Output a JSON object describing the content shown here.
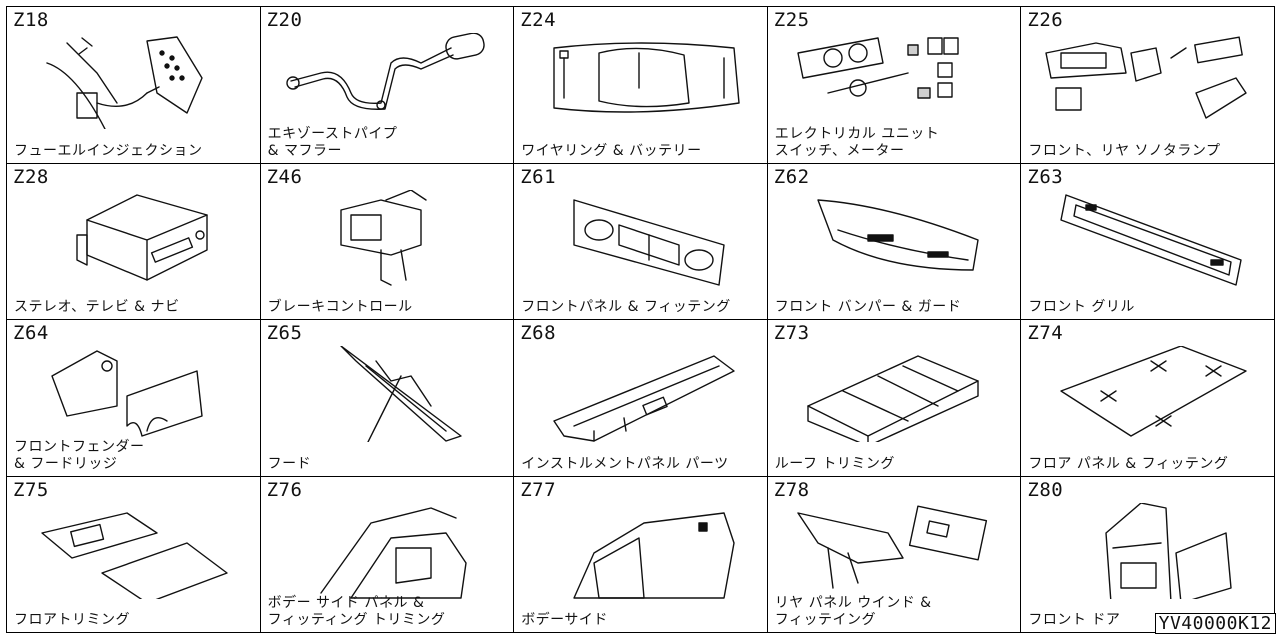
{
  "sheet_code": "YV40000K12",
  "cells": [
    {
      "code": "Z18",
      "line1": "フューエルインジェクション",
      "line2": ""
    },
    {
      "code": "Z20",
      "line1": "エキゾーストパイプ",
      "line2": "& マフラー"
    },
    {
      "code": "Z24",
      "line1": "ワイヤリング & バッテリー",
      "line2": ""
    },
    {
      "code": "Z25",
      "line1": "エレクトリカル ユニット",
      "line2": "スイッチ、メーター"
    },
    {
      "code": "Z26",
      "line1": "フロント、リヤ ソノタランプ",
      "line2": ""
    },
    {
      "code": "Z28",
      "line1": "ステレオ、テレビ & ナビ",
      "line2": ""
    },
    {
      "code": "Z46",
      "line1": "ブレーキコントロール",
      "line2": ""
    },
    {
      "code": "Z61",
      "line1": "フロントパネル & フィッテング",
      "line2": ""
    },
    {
      "code": "Z62",
      "line1": "フロント バンパー & ガード",
      "line2": ""
    },
    {
      "code": "Z63",
      "line1": "フロント グリル",
      "line2": ""
    },
    {
      "code": "Z64",
      "line1": "フロントフェンダー",
      "line2": "& フードリッジ"
    },
    {
      "code": "Z65",
      "line1": "フード",
      "line2": ""
    },
    {
      "code": "Z68",
      "line1": "インストルメントパネル パーツ",
      "line2": ""
    },
    {
      "code": "Z73",
      "line1": "ルーフ トリミング",
      "line2": ""
    },
    {
      "code": "Z74",
      "line1": "フロア パネル & フィッテング",
      "line2": ""
    },
    {
      "code": "Z75",
      "line1": "フロアトリミング",
      "line2": ""
    },
    {
      "code": "Z76",
      "line1": "ボデー サイド パネル &",
      "line2": "フィッティング トリミング"
    },
    {
      "code": "Z77",
      "line1": "ボデーサイド",
      "line2": ""
    },
    {
      "code": "Z78",
      "line1": "リヤ パネル ウインド &",
      "line2": "フィッテイング"
    },
    {
      "code": "Z80",
      "line1": "フロント ドア",
      "line2": ""
    }
  ]
}
